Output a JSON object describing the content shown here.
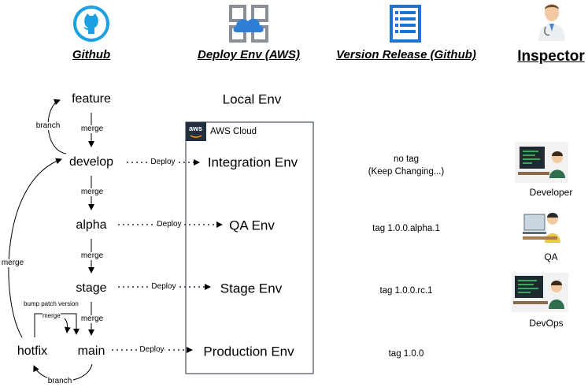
{
  "headers": {
    "github": "Github",
    "deploy_env": "Deploy Env (AWS)",
    "version_release": "Version Release (Github)",
    "inspector": "Inspector"
  },
  "branches": {
    "feature": "feature",
    "develop": "develop",
    "alpha": "alpha",
    "stage": "stage",
    "main": "main",
    "hotfix": "hotfix"
  },
  "edges": {
    "branch_top": "branch",
    "merge1": "merge",
    "merge2": "merge",
    "merge3": "merge",
    "merge4": "merge",
    "merge_left": "merge",
    "bump": "bump patch version",
    "merge_small": "merge",
    "branch_bottom": "branch",
    "deploy1": "Deploy",
    "deploy2": "Deploy",
    "deploy3": "Deploy",
    "deploy4": "Deploy"
  },
  "envs": {
    "local": "Local Env",
    "aws_cloud": "AWS Cloud",
    "aws_logo": "aws",
    "integration": "Integration Env",
    "qa": "QA Env",
    "stage": "Stage Env",
    "production": "Production Env"
  },
  "versions": {
    "no_tag_line1": "no tag",
    "no_tag_line2": "(Keep Changing...)",
    "alpha": "tag 1.0.0.alpha.1",
    "rc": "tag 1.0.0.rc.1",
    "release": "tag 1.0.0"
  },
  "inspectors": {
    "developer": "Developer",
    "qa": "QA",
    "devops": "DevOps"
  },
  "icons": [
    "github-icon",
    "aws-cloud-icon",
    "document-list-icon",
    "doctor-icon",
    "developer-icon",
    "qa-icon",
    "devops-icon"
  ],
  "colors": {
    "github_blue": "#1BA1E2",
    "aws_dark": "#232F3E",
    "doc_blue": "#1976D2"
  }
}
